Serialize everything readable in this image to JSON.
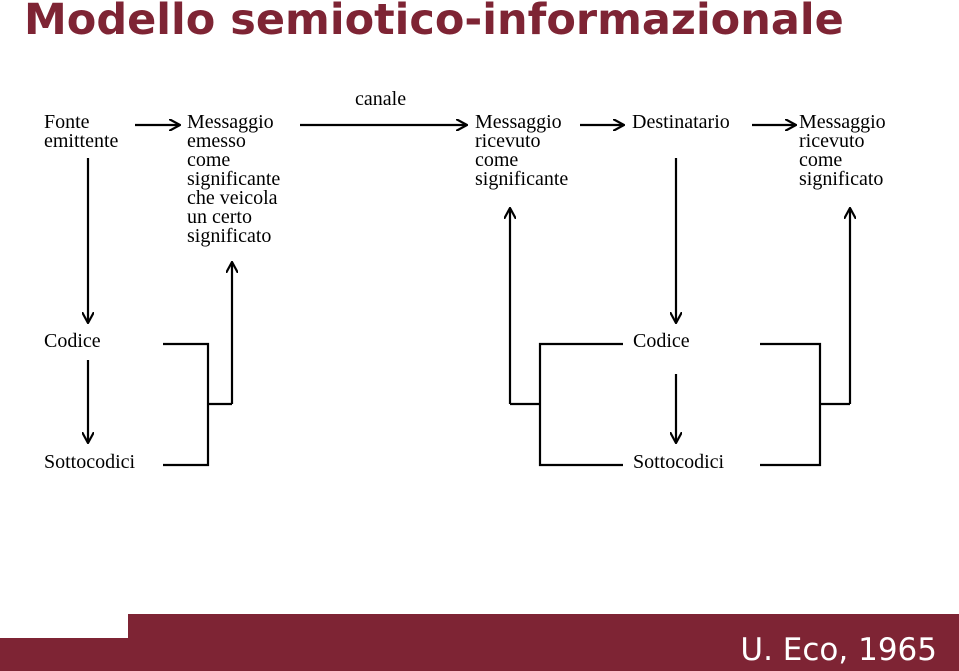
{
  "title": "Modello semiotico-informazionale",
  "credit": "U. Eco, 1965",
  "colors": {
    "accent": "#7e2434",
    "line": "#000000",
    "footer_text": "#ffffff"
  },
  "channel_label": "canale",
  "nodes": {
    "fonte": [
      "Fonte",
      "emittente"
    ],
    "messaggio_emesso": [
      "Messaggio",
      "emesso",
      "come",
      "significante",
      "che veicola",
      "un certo",
      "significato"
    ],
    "messaggio_ricevuto_significante": [
      "Messaggio",
      "ricevuto",
      "come",
      "significante"
    ],
    "destinatario": [
      "Destinatario"
    ],
    "messaggio_ricevuto_significato": [
      "Messaggio",
      "ricevuto",
      "come",
      "significato"
    ],
    "codice_emittente": [
      "Codice"
    ],
    "sottocodici_emittente": [
      "Sottocodici"
    ],
    "codice_destinatario": [
      "Codice"
    ],
    "sottocodici_destinatario": [
      "Sottocodici"
    ]
  }
}
